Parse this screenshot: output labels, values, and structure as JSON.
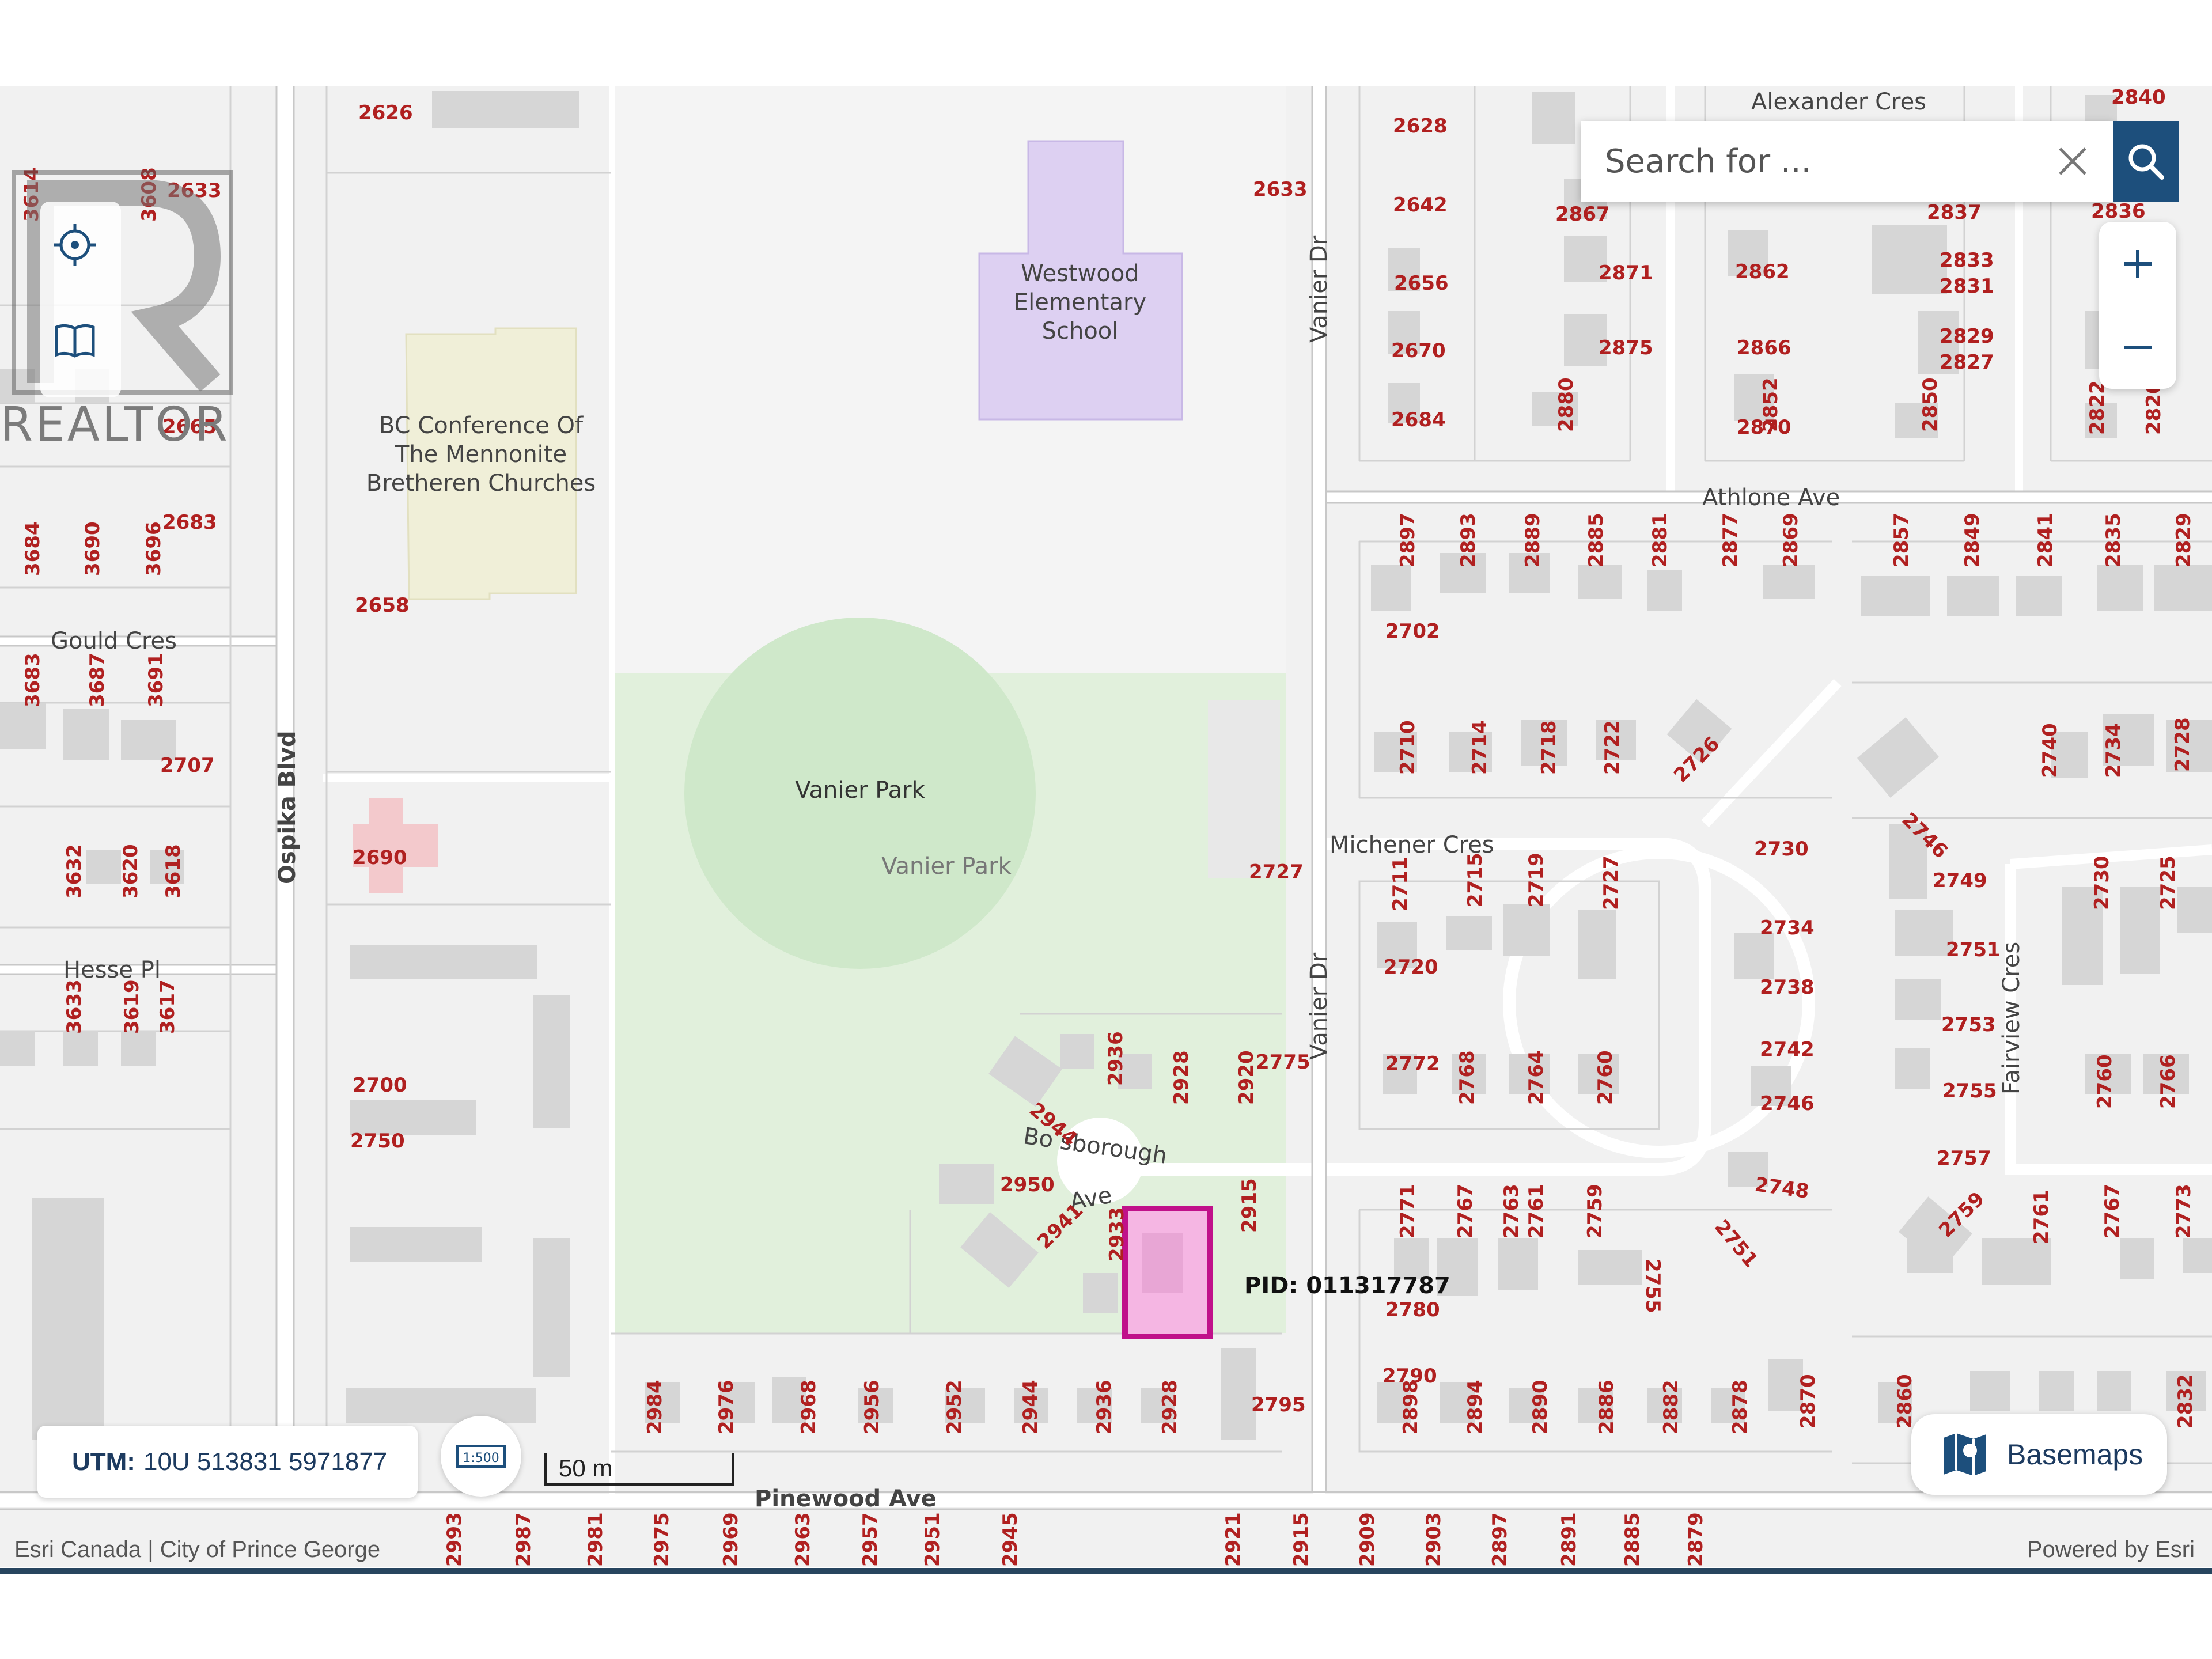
{
  "map": {
    "roads": {
      "alexander": "Alexander Cres",
      "athlone": "Athlone Ave",
      "vanier_top": "Vanier Dr",
      "vanier_bottom": "Vanier Dr",
      "michener": "Michener Cres",
      "gould": "Gould Cres",
      "hesse": "Hesse Pl",
      "ospika": "Ospika Blvd",
      "pinewood": "Pinewood Ave",
      "fairview": "Fairview Cres",
      "borough": "Bo sborough",
      "ave": "Ave"
    },
    "pois": {
      "school": [
        "Westwood",
        "Elementary",
        "School"
      ],
      "church": [
        "BC Conference Of",
        "The Mennonite",
        "Bretheren Churches"
      ],
      "park_main": "Vanier Park",
      "park_sub": "Vanier Park"
    },
    "pid_label": "PID: 011317787",
    "addresses": {
      "a1": "2626",
      "a2": "2633",
      "a3": "2633",
      "a4": "2665",
      "a5": "2683",
      "a6": "2658",
      "a7": "2707",
      "a8": "2690",
      "a9": "2727",
      "a10": "2700",
      "a11": "2750",
      "a12": "2775",
      "a13": "2795",
      "a14": "2780",
      "a15": "2628",
      "a16": "2642",
      "a17": "2656",
      "a18": "2670",
      "a19": "2684",
      "a20": "2867",
      "a21": "2871",
      "a22": "2875",
      "a23": "2837",
      "a24": "2836",
      "a25": "2862",
      "a26": "2866",
      "a27": "2870",
      "a28": "2833",
      "a29": "2831",
      "a30": "2829",
      "a31": "2827",
      "a32": "2840",
      "a33": "2702",
      "a34": "2730",
      "a35": "2734",
      "a36": "2738",
      "a37": "2742",
      "a38": "2746",
      "a39": "2748",
      "a40": "2749",
      "a41": "2751",
      "a42": "2753",
      "a43": "2755",
      "a44": "2757",
      "a45": "2720",
      "a46": "2772",
      "a47": "2950",
      "a48": "2790",
      "a49": "3614",
      "a50": "3608",
      "a51": "3684",
      "a52": "3690",
      "a53": "3696",
      "a54": "3683",
      "a55": "3687",
      "a56": "3691",
      "a57": "3632",
      "a58": "3620",
      "a59": "3618",
      "a60": "3633",
      "a61": "3619",
      "a62": "3617",
      "a63": "2880",
      "a64": "2852",
      "a65": "2850",
      "a66": "2822",
      "a67": "2820",
      "a68": "2897",
      "a69": "2893",
      "a70": "2889",
      "a71": "2885",
      "a72": "2881",
      "a73": "2877",
      "a74": "2869",
      "a75": "2857",
      "a76": "2849",
      "a77": "2841",
      "a78": "2835",
      "a79": "2829",
      "a80": "2710",
      "a81": "2714",
      "a82": "2718",
      "a83": "2722",
      "a84": "2740",
      "a85": "2734",
      "a86": "2728",
      "a87": "2711",
      "a88": "2715",
      "a89": "2719",
      "a90": "2727",
      "a91": "2730",
      "a92": "2725",
      "a93": "2768",
      "a94": "2764",
      "a95": "2760",
      "a96": "2760",
      "a97": "2766",
      "a98": "2936",
      "a99": "2928",
      "a100": "2920",
      "a101": "2915",
      "a102": "2771",
      "a103": "2767",
      "a104": "2763",
      "a105": "2761",
      "a106": "2759",
      "a107": "2755",
      "a108": "2761",
      "a109": "2767",
      "a110": "2773",
      "a111": "2933",
      "a112": "2984",
      "a113": "2976",
      "a114": "2968",
      "a115": "2956",
      "a116": "2952",
      "a117": "2944",
      "a118": "2936",
      "a119": "2928",
      "a120": "2898",
      "a121": "2894",
      "a122": "2890",
      "a123": "2886",
      "a124": "2882",
      "a125": "2878",
      "a126": "2870",
      "a127": "2860",
      "a128": "2832",
      "a129": "2944",
      "a130": "2941",
      "a131": "2751",
      "a132": "2759",
      "a133": "2746",
      "a134": "2726"
    },
    "bottom_numbers": [
      "2993",
      "2987",
      "2981",
      "2975",
      "2969",
      "2963",
      "2957",
      "2951",
      "2945",
      "2921",
      "2915",
      "2909",
      "2903",
      "2897",
      "2891",
      "2885",
      "2879"
    ]
  },
  "search": {
    "placeholder": "Search for ..."
  },
  "logo_text": "REALTOR",
  "utm": {
    "label": "UTM:",
    "value": "10U 513831 5971877"
  },
  "scale": {
    "button_text": "1:500",
    "bar_label": "50 m"
  },
  "basemaps": {
    "label": "Basemaps"
  },
  "attribution": {
    "left": "Esri Canada | City of Prince George",
    "right": "Powered by Esri"
  },
  "colors": {
    "map_bg": "#f1f1f1",
    "building": "#d6d6d6",
    "park": "#e1f0dc",
    "park_circle": "#cfe8ca",
    "school": "#ddd0f2",
    "church": "#f0efd8",
    "highlight": "#c0118a",
    "address": "#b02020",
    "accent": "#1d4f7c"
  }
}
